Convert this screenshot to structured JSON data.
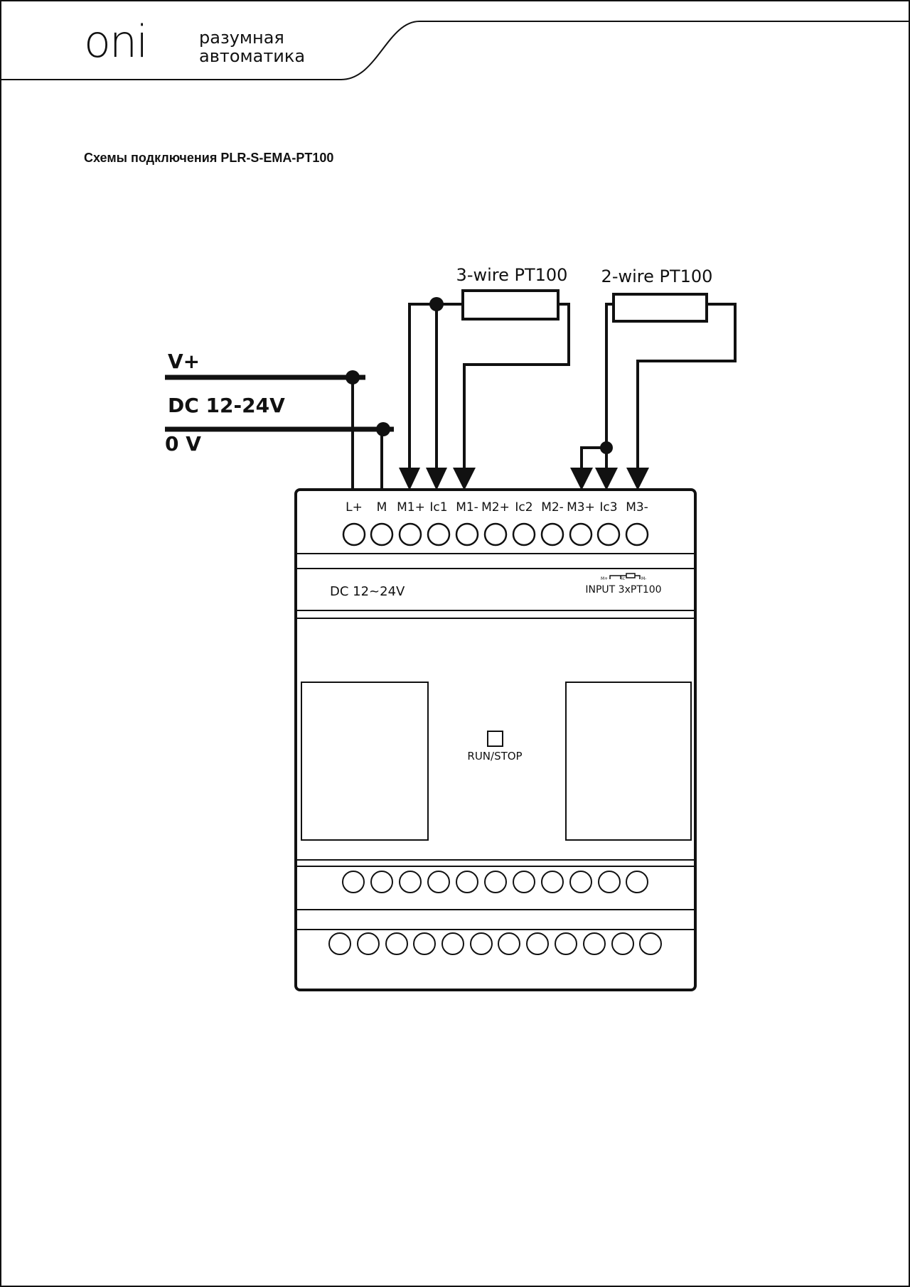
{
  "brand": {
    "logo_mark": "oni",
    "tagline_line1": "разумная",
    "tagline_line2": "автоматика"
  },
  "title": "Схемы подключения PLR-S-EMA-PT100",
  "sensors": {
    "three_wire": "3-wire PT100",
    "two_wire": "2-wire PT100"
  },
  "supply": {
    "positive": "V+",
    "voltage": "DC 12-24V",
    "zero": "0 V"
  },
  "terminals": [
    "L+",
    "M",
    "M1+",
    "Ic1",
    "M1-",
    "M2+",
    "Ic2",
    "M2-",
    "M3+",
    "Ic3",
    "M3-"
  ],
  "module": {
    "power_rating": "DC 12~24V",
    "input_spec": "INPUT 3xPT100",
    "mini_labels": [
      "M+",
      "Ic",
      "M-"
    ],
    "run_stop": "RUN/STOP"
  },
  "colors": {
    "line": "#111111",
    "background": "#ffffff"
  }
}
